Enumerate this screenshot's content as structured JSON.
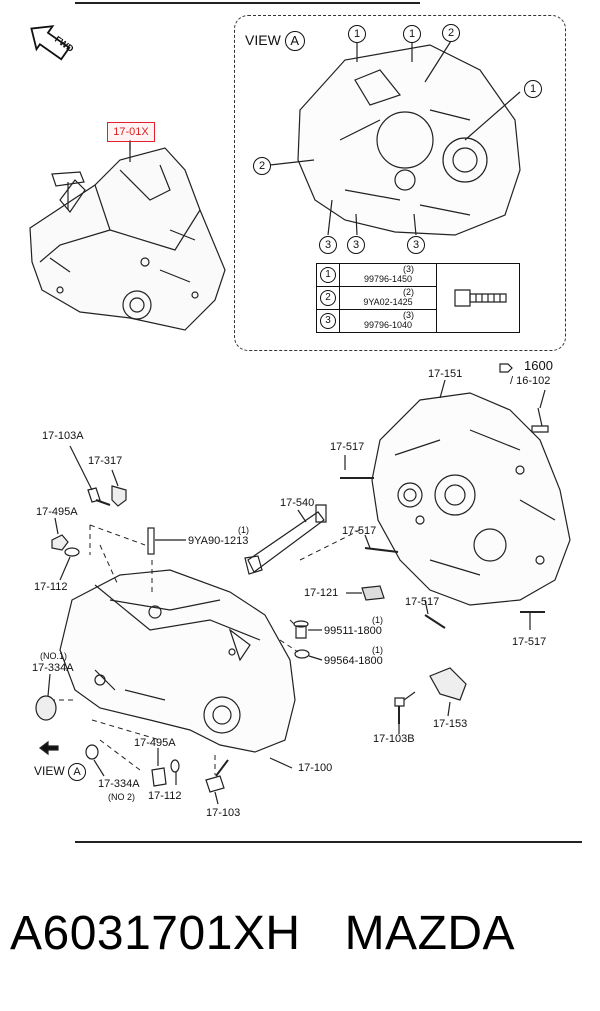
{
  "direction_marker": "FWD",
  "highlight_code": "17-01X",
  "view_a": {
    "title": "VIEW",
    "letter": "A",
    "callouts": [
      "1",
      "1",
      "2",
      "1",
      "2",
      "3",
      "3",
      "3"
    ],
    "table": [
      {
        "no": "1",
        "qty": "(3)",
        "part": "99796-1450"
      },
      {
        "no": "2",
        "qty": "(2)",
        "part": "9YA02-1425"
      },
      {
        "no": "3",
        "qty": "(3)",
        "part": "99796-1040"
      }
    ]
  },
  "labels": {
    "l_1600": "1600",
    "l_16_102": "/ 16-102",
    "l_17_151": "17-151",
    "l_17_517a": "17-517",
    "l_17_517b": "17-517",
    "l_17_517c": "17-517",
    "l_17_517d": "17-517",
    "l_17_540": "17-540",
    "l_17_121": "17-121",
    "l_99511_qty": "(1)",
    "l_99511": "99511-1800",
    "l_99564_qty": "(1)",
    "l_99564": "99564-1800",
    "l_17_153": "17-153",
    "l_17_103b": "17-103B",
    "l_17_103a": "17-103A",
    "l_17_317": "17-317",
    "l_17_495a_top": "17-495A",
    "l_17_112_top": "17-112",
    "l_9ya90_qty": "(1)",
    "l_9ya90": "9YA90-1213",
    "l_no1": "(NO.1)",
    "l_17_334a_top": "17-334A",
    "l_17_495a_bot": "17-495A",
    "l_view_bottom": "VIEW",
    "l_view_bottom_letter": "A",
    "l_17_334a_bot": "17-334A",
    "l_no2": "(NO 2)",
    "l_17_112_bot": "17-112",
    "l_17_103": "17-103",
    "l_17_100": "17-100"
  },
  "footer": {
    "part_number": "A6031701XH",
    "brand": "MAZDA"
  }
}
